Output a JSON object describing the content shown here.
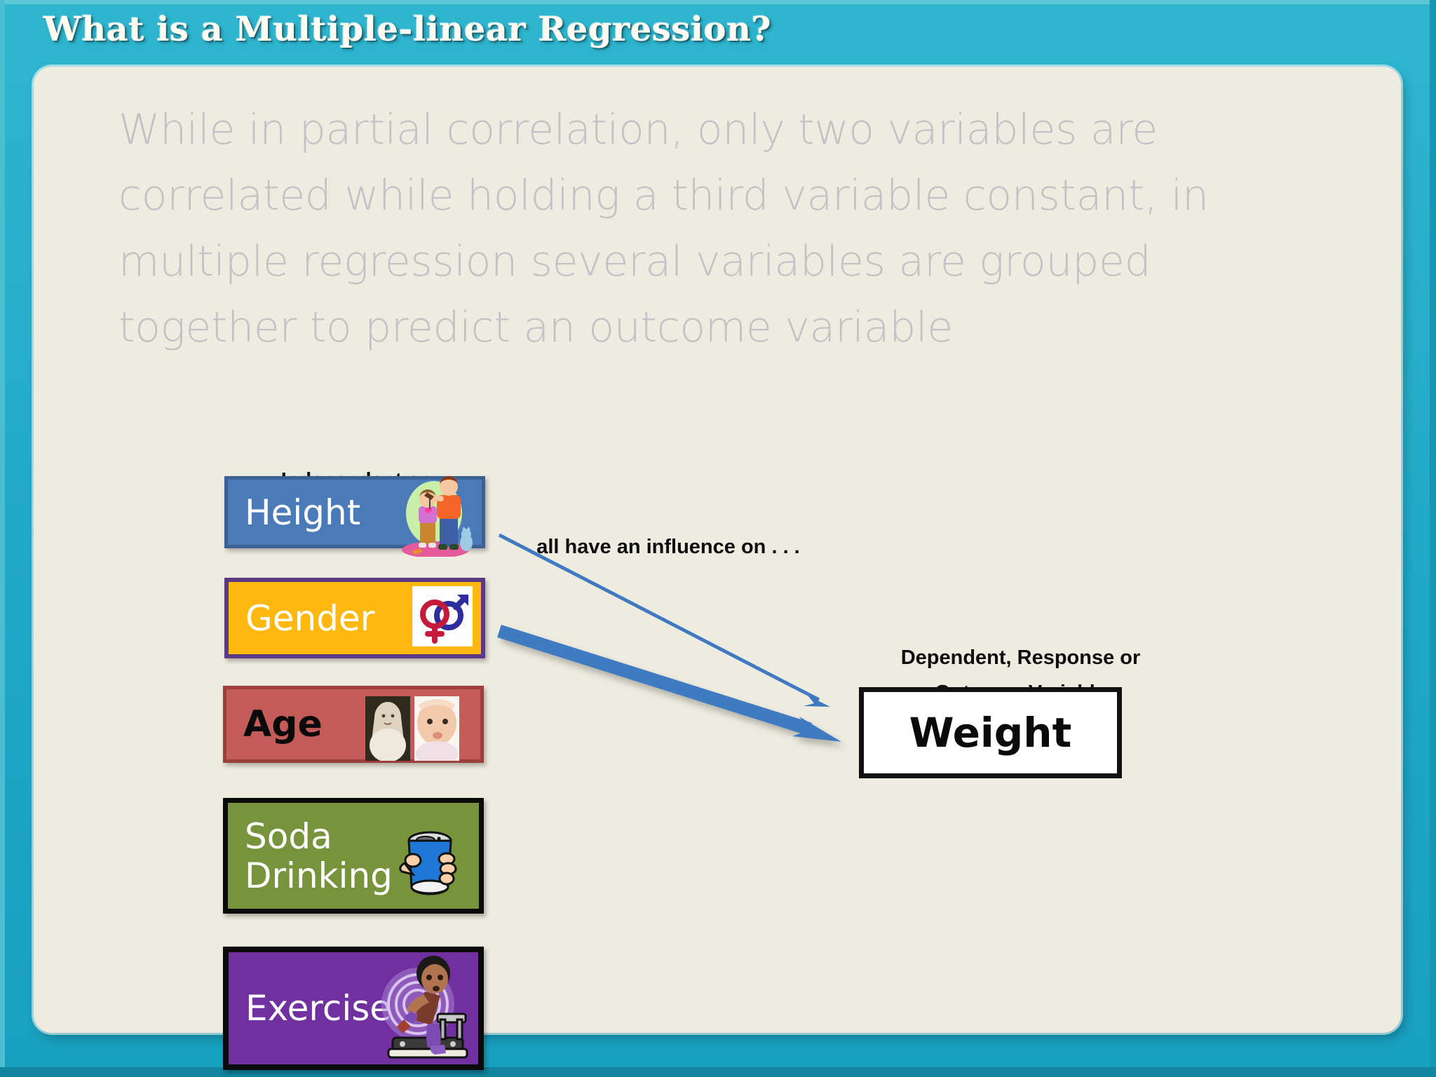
{
  "slide": {
    "title": "What is a Multiple-linear Regression?",
    "frame_color": "#23adc9",
    "panel_color": "#eeece0"
  },
  "intro": {
    "text": "While in partial correlation, only two variables are correlated while holding a third variable constant, in multiple regression several variables are grouped together to predict an outcome variable",
    "color": "#c3c1c5"
  },
  "diagram": {
    "independent_caption": "Independent or\nPredictor Variables",
    "influence_caption": "all have an influence\non . . .",
    "dependent_caption": "Dependent, Response\nor Outcome Variable",
    "predictors": [
      {
        "label": "Height",
        "icon": "height-measure-icon",
        "fill": "#4a7ab8",
        "border": "#3c6194",
        "text_color": "#ffffff"
      },
      {
        "label": "Gender",
        "icon": "male-female-symbols-icon",
        "fill": "#ffb810",
        "border": "#5b3a84",
        "text_color": "#ffffff"
      },
      {
        "label": "Age",
        "icon": "elderly-and-baby-photos-icon",
        "fill": "#c35b58",
        "border": "#9e3e3c",
        "text_color": "#0a0a0a"
      },
      {
        "label": "Soda\nDrinking",
        "icon": "soda-can-in-hand-icon",
        "fill": "#77933c",
        "border": "#0a0a0a",
        "text_color": "#ffffff"
      },
      {
        "label": "Exercise",
        "icon": "treadmill-runner-icon",
        "fill": "#7030a0",
        "border": "#0a0a0a",
        "text_color": "#ffffff"
      }
    ],
    "outcome": {
      "label": "Weight",
      "fill": "#ffffff",
      "border": "#111111",
      "text_color": "#0a0a0a"
    },
    "arrows": [
      {
        "name": "thin-influence-arrow",
        "from": "Height",
        "to": "Weight",
        "color": "#3f7ac0",
        "weight": "thin"
      },
      {
        "name": "thick-influence-arrow",
        "from": "Gender",
        "to": "Weight",
        "color": "#3f7ac0",
        "weight": "thick"
      }
    ]
  }
}
